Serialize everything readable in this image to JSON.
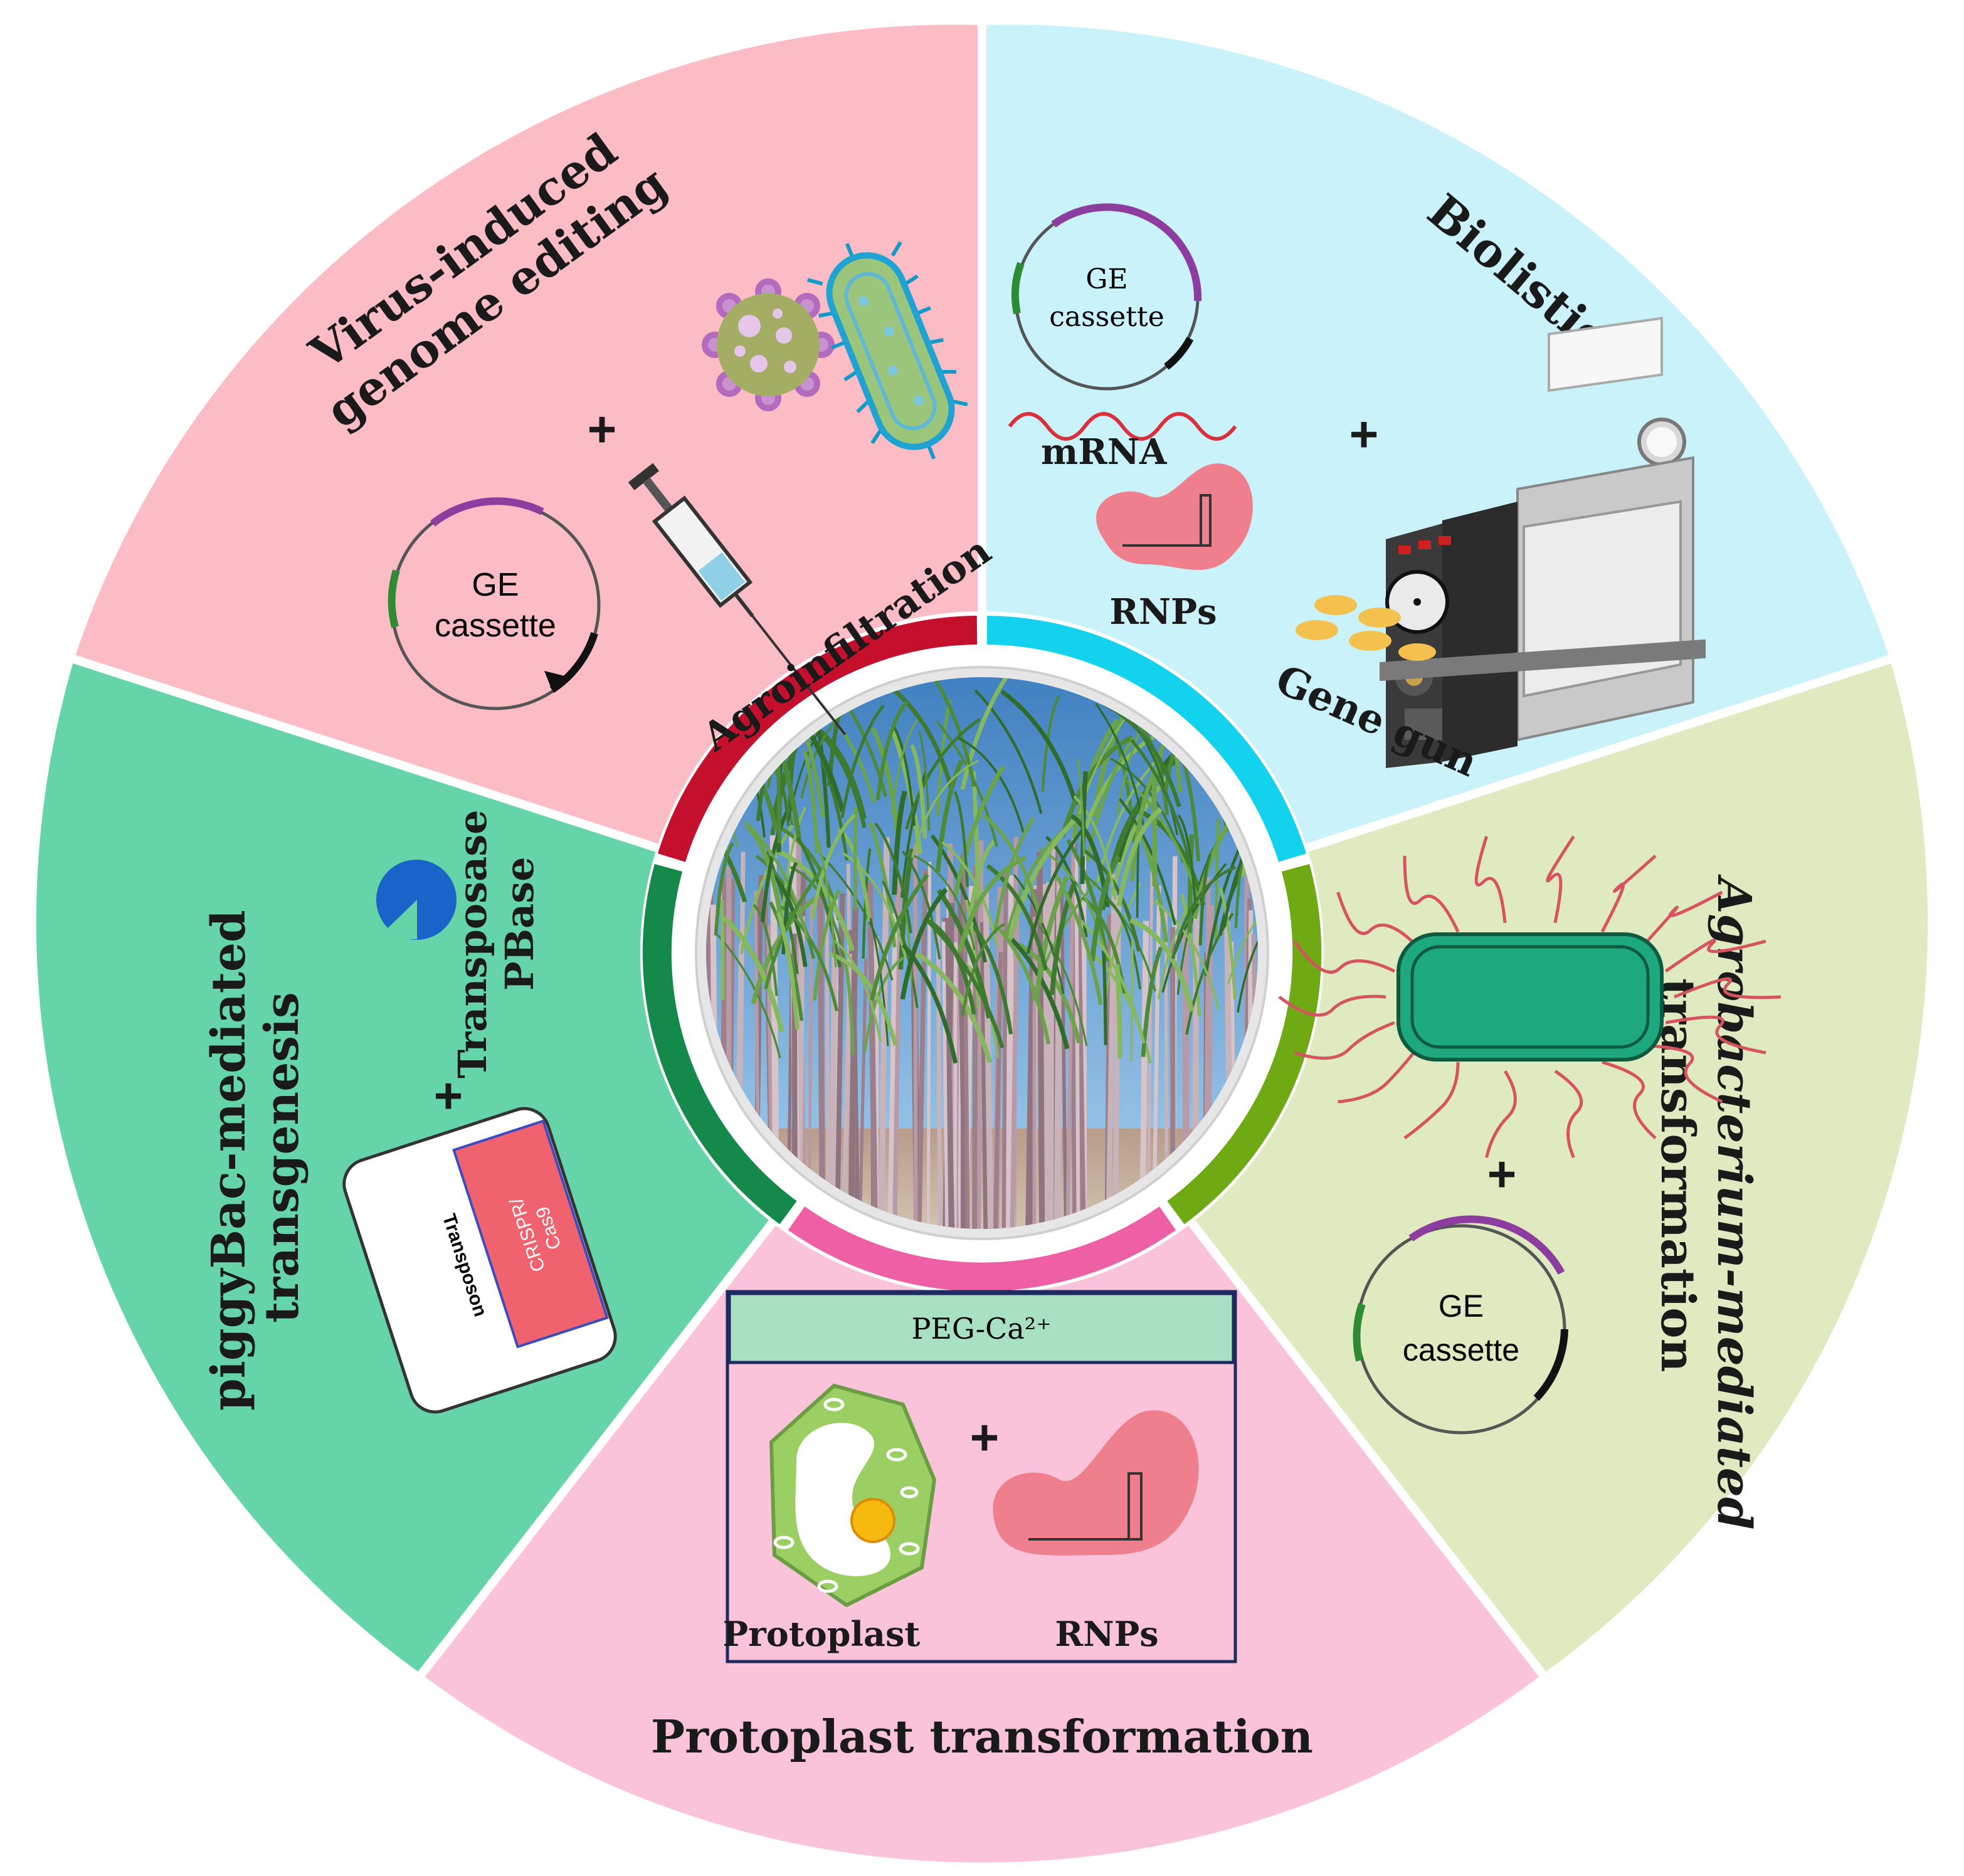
{
  "colors": {
    "virus": "#fbbcc6",
    "biolistics": "#c9f2fa",
    "agro": "#dfeac0",
    "protoplast": "#fbc3d9",
    "piggybac": "#65d4a8",
    "ring_virus": "#c4102c",
    "ring_biolistics": "#12d2ee",
    "ring_agro": "#6fa914",
    "ring_protoplast": "#ee5fa6",
    "ring_piggybac": "#14894a"
  },
  "center": {
    "image": "sugarcane-field-photo"
  },
  "segments": {
    "virus": {
      "title_line1": "Virus-induced",
      "title_line2": "genome editing",
      "plus": "+",
      "cassette_line1": "GE",
      "cassette_line2": "cassette",
      "method": "Agroinfiltration",
      "icons": [
        "virus-icon",
        "bacterium-icon",
        "syringe-icon",
        "plasmid-icon"
      ]
    },
    "biolistics": {
      "title": "Biolistics",
      "cassette_line1": "GE",
      "cassette_line2": "cassette",
      "mrna": "mRNA",
      "rnps": "RNPs",
      "plus": "+",
      "device": "Gene gun",
      "icons": [
        "plasmid-icon",
        "mrna-icon",
        "rnp-icon",
        "gene-gun-icon",
        "gold-particles-icon"
      ]
    },
    "agro": {
      "title_line1": "Agrobacterium-mediated",
      "title_line2": "transformation",
      "plus": "+",
      "cassette_line1": "GE",
      "cassette_line2": "cassette",
      "icons": [
        "agrobacterium-icon",
        "plasmid-icon"
      ]
    },
    "protoplast": {
      "title": "Protoplast transformation",
      "box_header": "PEG-Ca²⁺",
      "cell_label": "Protoplast",
      "rnp_label": "RNPs",
      "plus": "+",
      "icons": [
        "protoplast-cell-icon",
        "rnp-icon"
      ]
    },
    "piggybac": {
      "title_line1": "piggyBac-mediated",
      "title_line2": "transgenesis",
      "enzyme_line1": "Transposase",
      "enzyme_line2": "PBase",
      "plus": "+",
      "transposon": "Transposon",
      "cargo_line1": "CRISPR/",
      "cargo_line2": "Cas9",
      "icons": [
        "transposase-icon",
        "transposon-icon"
      ]
    }
  }
}
